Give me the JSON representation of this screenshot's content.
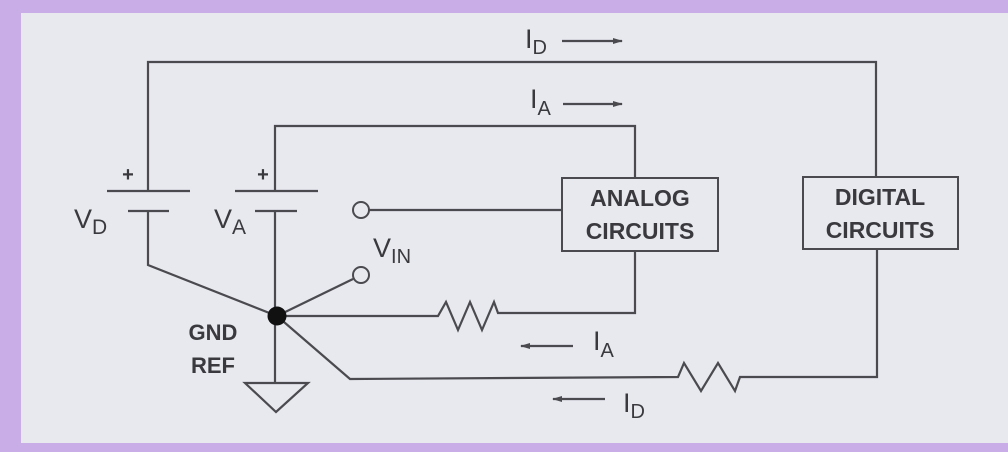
{
  "colors": {
    "frame": "#c9ade6",
    "background": "#e7e9ef",
    "line": "#4a4a4f"
  },
  "labels": {
    "vd": {
      "main": "V",
      "sub": "D"
    },
    "va": {
      "main": "V",
      "sub": "A"
    },
    "vin": {
      "main": "V",
      "sub": "IN"
    },
    "plus": "+",
    "gnd": "GND",
    "ref": "REF",
    "id": {
      "main": "I",
      "sub": "D"
    },
    "ia": {
      "main": "I",
      "sub": "A"
    }
  },
  "blocks": {
    "analog": [
      "ANALOG",
      "CIRCUITS"
    ],
    "digital": [
      "DIGITAL",
      "CIRCUITS"
    ]
  }
}
